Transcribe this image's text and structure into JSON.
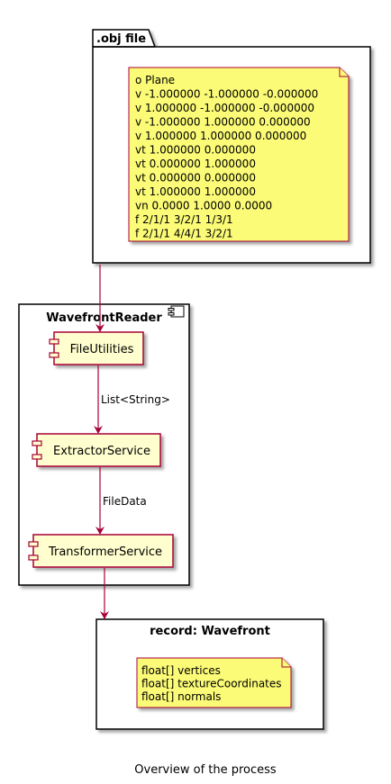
{
  "colors": {
    "note_fill": "#FBFB77",
    "component_fill": "#FEFECE",
    "arrow": "#A80036",
    "border": "#000000"
  },
  "obj_package": {
    "title": ".obj file",
    "note_lines": [
      "o Plane",
      "v -1.000000 -1.000000 -0.000000",
      "v 1.000000 -1.000000 -0.000000",
      "v -1.000000 1.000000 0.000000",
      "v 1.000000 1.000000 0.000000",
      "vt 1.000000 0.000000",
      "vt 0.000000 1.000000",
      "vt 0.000000 0.000000",
      "vt 1.000000 1.000000",
      "vn 0.0000 1.0000 0.0000",
      "f 2/1/1 3/2/1 1/3/1",
      "f 2/1/1 4/4/1 3/2/1"
    ]
  },
  "reader": {
    "title": "WavefrontReader",
    "icon": "component-icon",
    "components": {
      "file_utilities": "FileUtilities",
      "extractor_service": "ExtractorService",
      "transformer_service": "TransformerService"
    },
    "edges": {
      "list_label": "List<String>",
      "filedata_label": "FileData"
    }
  },
  "record": {
    "title": "record: Wavefront",
    "note_lines": [
      "float[] vertices",
      "float[] textureCoordinates",
      "float[] normals"
    ]
  },
  "caption": "Overview of the process"
}
